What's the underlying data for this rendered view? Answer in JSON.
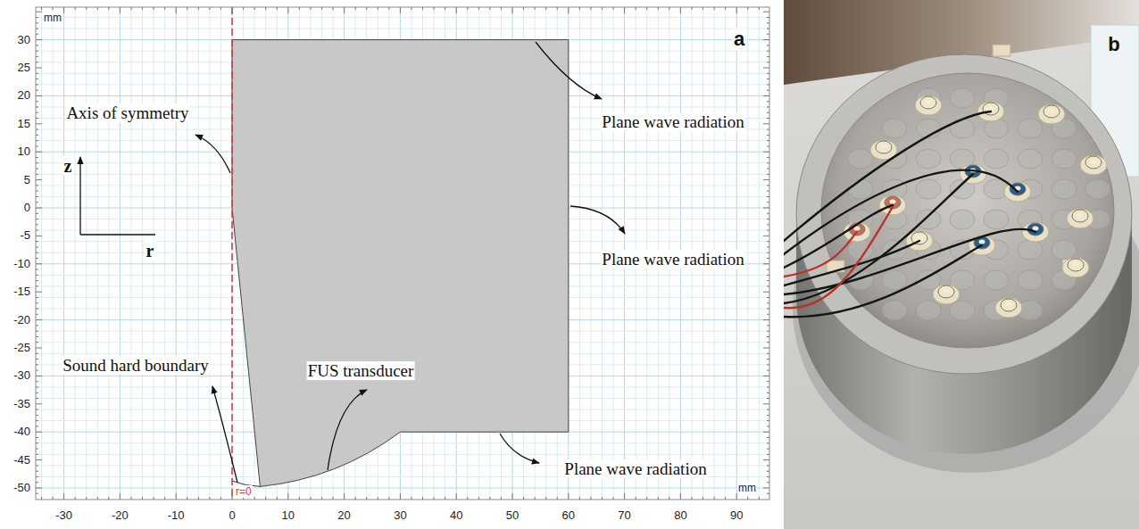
{
  "diagram": {
    "labels": [
      "mm",
      "a",
      "30",
      "25",
      "20",
      "15",
      "10",
      "5",
      "0",
      "-5",
      "-10",
      "-15",
      "-20",
      "-25",
      "-30",
      "-35",
      "-40",
      "-45",
      "-50",
      "Axis of symmetry",
      "Plane wave radiation",
      "Plane wave radiation",
      "z",
      "r",
      "FUS transducer",
      "Sound hard boundary",
      "Plane wave radiation",
      "r=0",
      "-30",
      "-20",
      "-10",
      "0",
      "10",
      "20",
      "30",
      "40",
      "50",
      "60",
      "70",
      "80",
      "90",
      "mm",
      "b"
    ]
  }
}
